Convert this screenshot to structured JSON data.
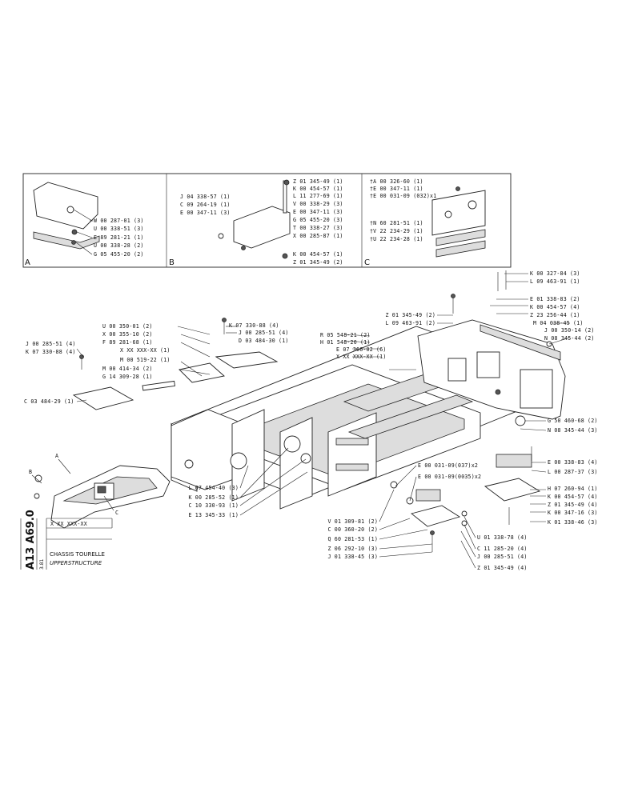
{
  "sheet": {
    "code_vertical": "A13 A69.0",
    "date_vertical": "3.81",
    "part_number": "X XX XXX-XX",
    "title_fr": "CHASSIS TOURELLE",
    "title_en": "UPPERSTRUCTURE"
  },
  "panels": {
    "A": {
      "letter": "A",
      "labels": [
        "W 00 287-01 (3)",
        "U 00 338-51 (3)",
        "E 89 281-21 (1)",
        "U 00 338-28 (2)",
        "G 05 455-20 (2)"
      ]
    },
    "B": {
      "letter": "B",
      "labels_left": [
        "J 04 338-57 (1)",
        "C 09 264-19 (1)",
        "E 00 347-11 (3)"
      ],
      "labels_right": [
        "Z 01 345-49 (1)",
        "K 00 454-57 (1)",
        "L 11 277-69 (1)",
        "V 00 338-29 (3)",
        "E 00 347-11 (3)",
        "G 05 455-20 (3)",
        "T 00 338-27 (3)",
        "X 00 285-87 (1)",
        "K 00 454-57 (1)",
        "Z 01 345-49 (2)"
      ]
    },
    "C": {
      "letter": "C",
      "labels": [
        "†A 00 326-60 (1)",
        "†E 00 347-11 (1)",
        "†E 00 031-09 (032)x1",
        "†N 60 281-51 (1)",
        "†V 22 234-29 (1)",
        "†U 22 234-28 (1)"
      ]
    }
  },
  "main_labels": {
    "top_right": [
      "K 00 327-84 (3)",
      "L 09 463-91 (1)",
      "E 01 338-83 (2)",
      "K 00 454-57 (4)",
      "Z 23 256-44 (1)"
    ],
    "top_right_left": [
      "Z 01 345-49 (2)",
      "L 09 463-91 (2)"
    ],
    "counterweight": [
      "M 04 038-45 (1)",
      "J 00 350-14 (2)",
      "N 08 345-44 (2)"
    ],
    "center_top": [
      "R 05 548-21 (2)",
      "H 01 548-20 (1)",
      "E 07 366-02 (6)",
      "X XX XXX-XX (1)"
    ],
    "cover": [
      "K 07 330-88 (4)",
      "J 00 285-51 (4)",
      "D 03 484-30 (1)"
    ],
    "left_group": [
      "U 00 350-01 (2)",
      "X 00 355-10 (2)",
      "F 89 281-68 (1)",
      "X XX XXX-XX (1)",
      "M 00 519-22 (1)",
      "M 00 414-34 (2)",
      "G 14 309-28 (1)"
    ],
    "far_left": [
      "J 00 285-51 (4)",
      "K 07 330-88 (4)"
    ],
    "plate_left": "C 03 484-29 (1)",
    "right_side": [
      "G 50 460-68 (2)",
      "N 08 345-44 (3)"
    ],
    "right_stack": [
      "E 00 338-83 (4)",
      "L 00 287-37 (3)",
      "H 07 260-94 (1)",
      "K 00 454-57 (4)",
      "Z 01 345-49 (4)",
      "K 00 347-16 (3)",
      "K 01 338-46 (3)"
    ],
    "shims": [
      "E 00 031-09(037)x2",
      "E 00 031-09(0035)x2"
    ],
    "pivot": [
      "L 07 454-40 (3)",
      "K 00 285-52 (1)",
      "C 10 330-93 (1)",
      "E 13 345-33 (1)"
    ],
    "bottom_center": [
      "V 01 309-81 (2)",
      "C 00 360-20 (2)",
      "Q 60 281-53 (1)",
      "Z 06 292-10 (3)",
      "J 01 338-45 (3)"
    ],
    "bottom_right": [
      "U 01 338-78 (4)",
      "C 11 285-20 (4)",
      "J 00 285-51 (4)",
      "Z 01 345-49 (4)"
    ]
  },
  "inset_letters": [
    "A",
    "B",
    "C"
  ]
}
